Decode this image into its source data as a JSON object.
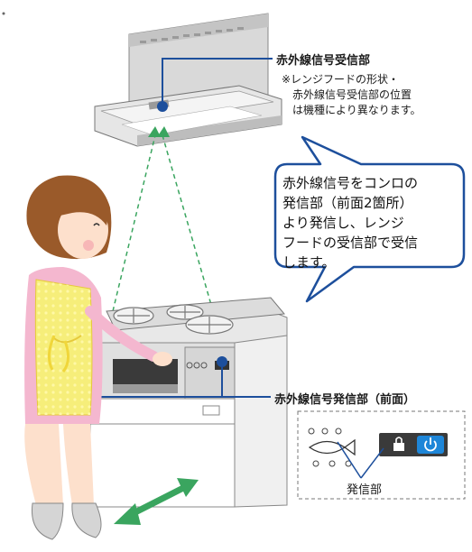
{
  "labels": {
    "receiver_title": "赤外線信号受信部",
    "receiver_note": [
      "※レンジフードの形状・",
      "赤外線信号受信部の位置",
      "は機種により異なります。"
    ],
    "bubble": [
      "赤外線信号をコンロの",
      "発信部（前面2箇所）",
      "より発信し、レンジ",
      "フードの受信部で受信",
      "します。"
    ],
    "transmitter_title": "赤外線信号発信部（前面）",
    "transmitter_inset_label": "発信部"
  },
  "icons": [
    "fish-grill-icon",
    "lock-icon",
    "power-icon",
    "ir-receiver-icon",
    "ir-transmitter-icon",
    "motion-arrow-icon"
  ],
  "colors": {
    "callout_blue": "#1d4f9c",
    "beam_green": "#3aa55f",
    "hood_gray": "#c8c8c8",
    "apron_yellow": "#f6ee7a",
    "dress_pink": "#f4b7cf",
    "hair_brown": "#9a5a2a"
  }
}
